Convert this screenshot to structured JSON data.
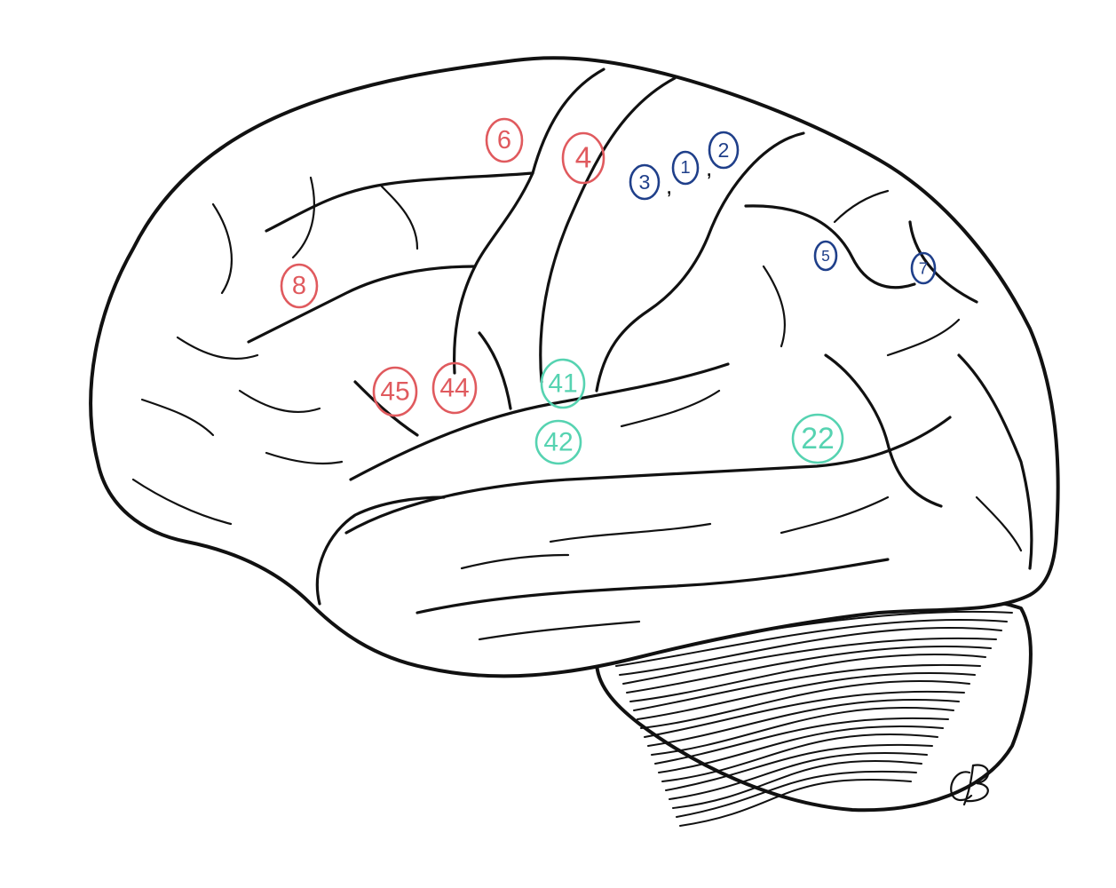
{
  "colors": {
    "frontal_motor": "#e05a5e",
    "somatosensory_parietal": "#1f3f8a",
    "auditory_temporal": "#56d3b1",
    "ink": "#111111"
  },
  "areas": [
    {
      "id": "area-6",
      "label": "6",
      "group": "frontal_motor"
    },
    {
      "id": "area-4",
      "label": "4",
      "group": "frontal_motor"
    },
    {
      "id": "area-8",
      "label": "8",
      "group": "frontal_motor"
    },
    {
      "id": "area-45",
      "label": "45",
      "group": "frontal_motor"
    },
    {
      "id": "area-44",
      "label": "44",
      "group": "frontal_motor"
    },
    {
      "id": "area-3",
      "label": "3",
      "group": "somatosensory_parietal"
    },
    {
      "id": "area-1",
      "label": "1",
      "group": "somatosensory_parietal"
    },
    {
      "id": "area-2",
      "label": "2",
      "group": "somatosensory_parietal"
    },
    {
      "id": "area-5",
      "label": "5",
      "group": "somatosensory_parietal"
    },
    {
      "id": "area-7",
      "label": "7",
      "group": "somatosensory_parietal"
    },
    {
      "id": "area-41",
      "label": "41",
      "group": "auditory_temporal"
    },
    {
      "id": "area-42",
      "label": "42",
      "group": "auditory_temporal"
    },
    {
      "id": "area-22",
      "label": "22",
      "group": "auditory_temporal"
    }
  ],
  "separators": [
    ",",
    ","
  ],
  "signature": "CB"
}
